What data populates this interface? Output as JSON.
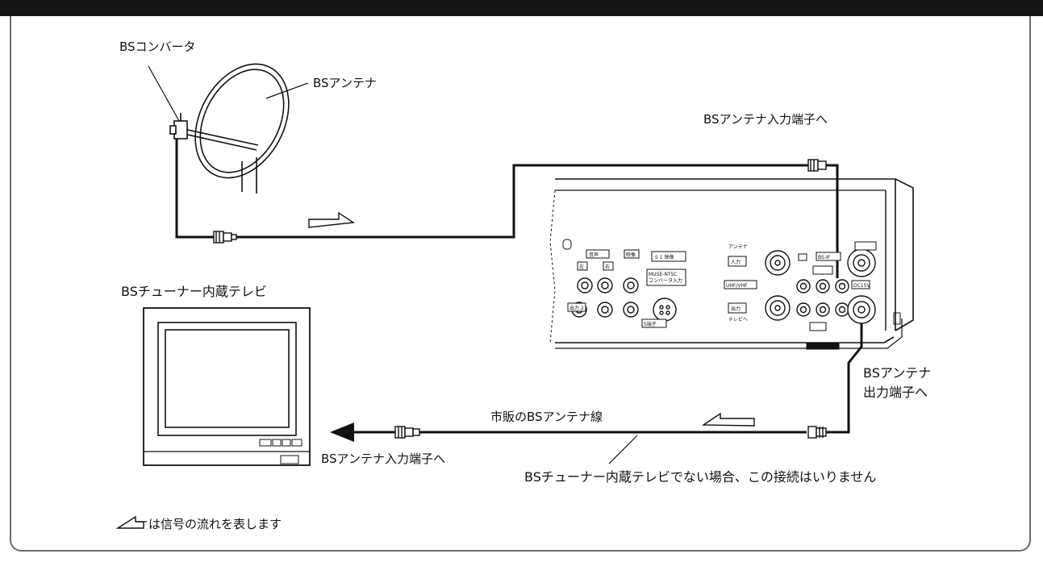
{
  "labels": {
    "bs_converter": "BSコンバータ",
    "bs_antenna": "BSアンテナ",
    "bs_antenna_input_top": "BSアンテナ入力端子へ",
    "tv_title": "BSチューナー内蔵テレビ",
    "bs_antenna_output_line1": "BSアンテナ",
    "bs_antenna_output_line2": "出力端子へ",
    "cable_name": "市販のBSアンテナ線",
    "bs_antenna_input_bottom": "BSアンテナ入力端子へ",
    "note_no_connection": "BSチューナー内蔵テレビでない場合、この接続はいりません",
    "legend_text": "は信号の流れを表します"
  },
  "panel": {
    "audio": "音声",
    "left": "左",
    "right": "右",
    "video": "映像",
    "s1_video": "S 1 映像",
    "muse_ntsc_1": "MUSE-NTSC",
    "muse_ntsc_2": "コンバータ入力",
    "output2": "出力 2",
    "s_terminal": "S端子",
    "antenna": "アンテナ",
    "input": "入力",
    "uhf_vhf": "UHF/VHF",
    "output": "出力",
    "to_tv": "テレビへ",
    "bs_if": "BS-IF",
    "dc_out": "DC15V"
  },
  "colors": {
    "line": "#111111",
    "frame": "#6a6a6a",
    "header": "#151515"
  }
}
